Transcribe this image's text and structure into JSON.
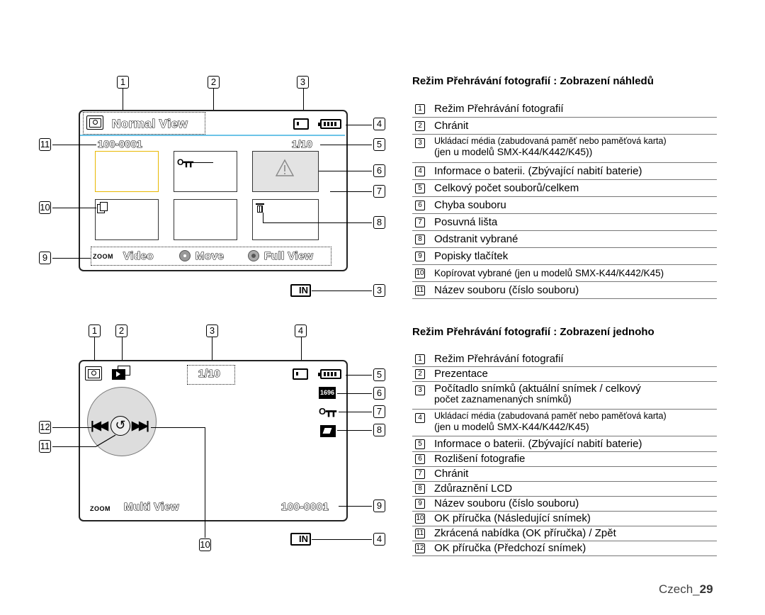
{
  "top": {
    "screen": {
      "mode_label": "Normal View",
      "file_name": "100-0001",
      "counter": "1/10",
      "bottom_bar": {
        "zoom": "ZOOM",
        "video": "Video",
        "move": "Move",
        "full_view": "Full View"
      }
    },
    "media_label": "IN",
    "callouts": [
      "1",
      "2",
      "3",
      "4",
      "5",
      "6",
      "7",
      "8",
      "9",
      "10",
      "11",
      "3"
    ]
  },
  "bottom": {
    "screen": {
      "counter": "1/10",
      "resolution": "1696",
      "zoom": "ZOOM",
      "multi_view": "Multi View",
      "file_name": "100-0001"
    },
    "media_label": "IN",
    "callouts": [
      "1",
      "2",
      "3",
      "4",
      "5",
      "6",
      "7",
      "8",
      "9",
      "10",
      "11",
      "12",
      "4"
    ]
  },
  "section1": {
    "title": "Režim Přehrávání fotografií : Zobrazení náhledů",
    "rows": [
      {
        "n": "1",
        "t": "Režim Přehrávání fotografií"
      },
      {
        "n": "2",
        "t": "Chránit"
      },
      {
        "n": "3",
        "t": "Ukládací média (zabudovaná paměť nebo paměťová karta)",
        "t2": "(jen u modelů SMX-K44/K442/K45))"
      },
      {
        "n": "4",
        "t": "Informace o baterii. (Zbývající nabití baterie)"
      },
      {
        "n": "5",
        "t": "Celkový počet souborů/celkem"
      },
      {
        "n": "6",
        "t": "Chyba souboru"
      },
      {
        "n": "7",
        "t": "Posuvná lišta"
      },
      {
        "n": "8",
        "t": "Odstranit vybrané"
      },
      {
        "n": "9",
        "t": "Popisky tlačítek"
      },
      {
        "n": "10",
        "t": "Kopírovat vybrané (jen u modelů SMX-K44/K442/K45)"
      },
      {
        "n": "11",
        "t": "Název souboru (číslo souboru)"
      }
    ]
  },
  "section2": {
    "title": "Režim Přehrávání fotografií : Zobrazení jednoho",
    "rows": [
      {
        "n": "1",
        "t": "Režim Přehrávání fotografií"
      },
      {
        "n": "2",
        "t": "Prezentace"
      },
      {
        "n": "3",
        "t": "Počítadlo snímků (aktuální snímek / celkový",
        "t2": "počet zaznamenaných snímků)"
      },
      {
        "n": "4",
        "t": "Ukládací média (zabudovaná paměť nebo paměťová karta)",
        "t2": "(jen u modelů SMX-K44/K442/K45)"
      },
      {
        "n": "5",
        "t": "Informace o baterii. (Zbývající nabití baterie)"
      },
      {
        "n": "6",
        "t": "Rozlišení fotografie"
      },
      {
        "n": "7",
        "t": "Chránit"
      },
      {
        "n": "8",
        "t": "Zdůraznění LCD"
      },
      {
        "n": "9",
        "t": "Název souboru (číslo souboru)"
      },
      {
        "n": "10",
        "t": "OK příručka (Následující snímek)"
      },
      {
        "n": "11",
        "t": "Zkrácená nabídka (OK příručka) / Zpět"
      },
      {
        "n": "12",
        "t": "OK příručka (Předchozí snímek)"
      }
    ]
  },
  "footer": {
    "lang": "Czech_",
    "page": "29"
  }
}
